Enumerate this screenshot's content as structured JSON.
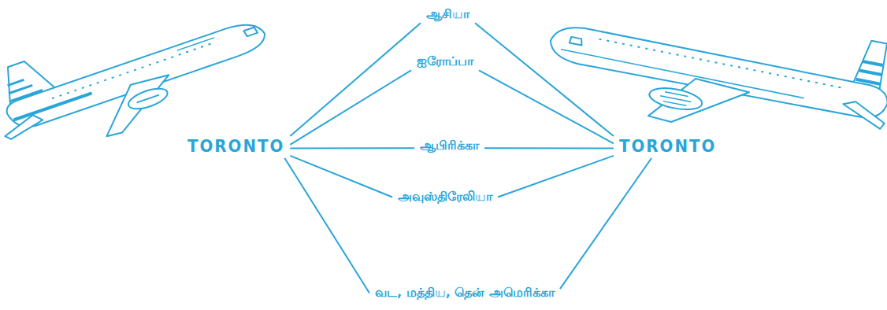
{
  "diagram": {
    "nodes": [
      {
        "text": [
          "ஆசியா"
        ]
      },
      {
        "text": [
          "ஐரோப்பா"
        ]
      },
      {
        "text": [
          "TORONTO"
        ]
      },
      {
        "text": [
          "ஆபிரிக்கா"
        ]
      },
      {
        "text": [
          "TORONTO"
        ]
      },
      {
        "text": [
          "அவுஸ்திரேலியா"
        ]
      },
      {
        "text": [
          "வட, மத்திய, தென் அமெரிக்கா"
        ]
      }
    ],
    "edges": [
      {
        "from": 2,
        "to": 0,
        "arrow": "none"
      },
      {
        "from": 2,
        "to": 1,
        "arrow": "none"
      },
      {
        "from": 2,
        "to": 3,
        "arrow": "none"
      },
      {
        "from": 2,
        "to": 5,
        "arrow": "none"
      },
      {
        "from": 2,
        "to": 6,
        "arrow": "none"
      },
      {
        "from": 4,
        "to": 0,
        "arrow": "none"
      },
      {
        "from": 4,
        "to": 1,
        "arrow": "none"
      },
      {
        "from": 4,
        "to": 3,
        "arrow": "none"
      },
      {
        "from": 4,
        "to": 5,
        "arrow": "none"
      },
      {
        "from": 4,
        "to": 6,
        "arrow": "none"
      }
    ]
  }
}
